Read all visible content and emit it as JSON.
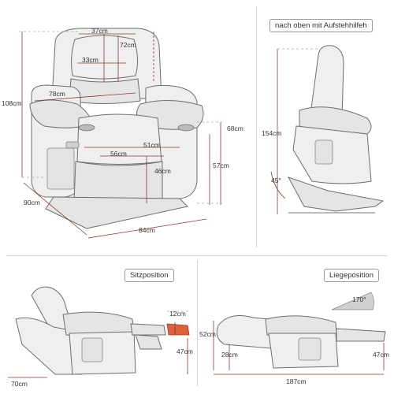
{
  "front_view": {
    "dimensions": {
      "width_inner_back": "37cm",
      "back_height_inner": "72cm",
      "headrest_width": "33cm",
      "arm_span": "78cm",
      "seat_width": "51cm",
      "seat_depth": "56cm",
      "seat_height": "46cm",
      "total_height": "108cm",
      "arm_height": "68cm",
      "arm_height_lower": "57cm",
      "depth": "90cm",
      "total_width": "84cm"
    }
  },
  "lift_view": {
    "title": "nach oben mit Aufstehhilfeh",
    "height": "154cm",
    "angle": "45°"
  },
  "sitting_view": {
    "title": "Sitzposition",
    "footrest_thickness": "12cm",
    "seat_height": "47cm",
    "legroom": "70cm"
  },
  "lying_view": {
    "title": "Liegeposition",
    "recline_angle": "170°",
    "back_height": "52cm",
    "seat_height_left": "28cm",
    "seat_height_right": "47cm",
    "total_length": "187cm"
  },
  "colors": {
    "measure_line": "#8a3b2c",
    "chair_fill": "#efefef",
    "chair_stroke": "#6e6e6e",
    "footrest_highlight": "#e0603a"
  }
}
